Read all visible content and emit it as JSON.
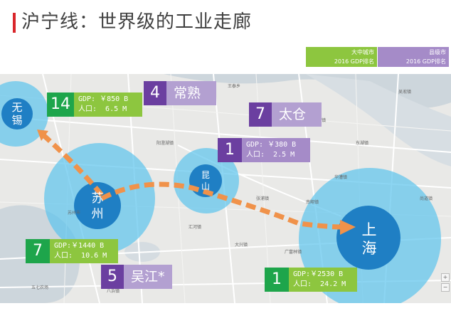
{
  "title": "沪宁线：世界级的工业走廊",
  "legend": {
    "green": {
      "line1": "大中城市",
      "line2": "2016 GDP排名",
      "color": "#8dc63f"
    },
    "purple": {
      "line1": "县级市",
      "line2": "2016 GDP排名",
      "color": "#a58bc8"
    }
  },
  "cities": {
    "wuxi": {
      "name_line1": "无",
      "name_line2": "锡",
      "rank": "14",
      "gdp": "GDP: ￥850 B",
      "pop": "人口:  6.5 M"
    },
    "suzhou": {
      "name_line1": "苏",
      "name_line2": "州",
      "rank": "7",
      "gdp": "GDP:￥1440 B",
      "pop": "人口:  10.6 M"
    },
    "shanghai": {
      "name_line1": "上",
      "name_line2": "海",
      "rank": "1",
      "gdp": "GDP:￥2530 B",
      "pop": "人口:  24.2 M"
    },
    "kunshan": {
      "name_line1": "昆",
      "name_line2": "山",
      "rank": "1",
      "gdp": "GDP: ￥380 B",
      "pop": "人口:  2.5 M"
    },
    "changshu": {
      "name": "常熟",
      "rank": "4"
    },
    "taicang": {
      "name": "太仓",
      "rank": "7"
    },
    "wujiang": {
      "name": "吴江*",
      "rank": "5"
    }
  },
  "map_labels": [
    "王泰乡",
    "东湖镇",
    "太仓镇",
    "张浦镇",
    "阳澄湖镇",
    "苏州市",
    "五七农场",
    "大兴镇",
    "汇河镇",
    "八浜镇",
    "广富林镇",
    "南翔镇",
    "华漕镇",
    "尚道镇",
    "吴淞镇"
  ],
  "zoom_controls": [
    "+",
    "−"
  ],
  "colors": {
    "accent_red": "#d9262b",
    "circle_light": "#5bc3ec",
    "circle_dark": "#1f7fc4",
    "arrow": "#f0924a",
    "green": "#1ea54b",
    "purple": "#6b3fa0"
  }
}
